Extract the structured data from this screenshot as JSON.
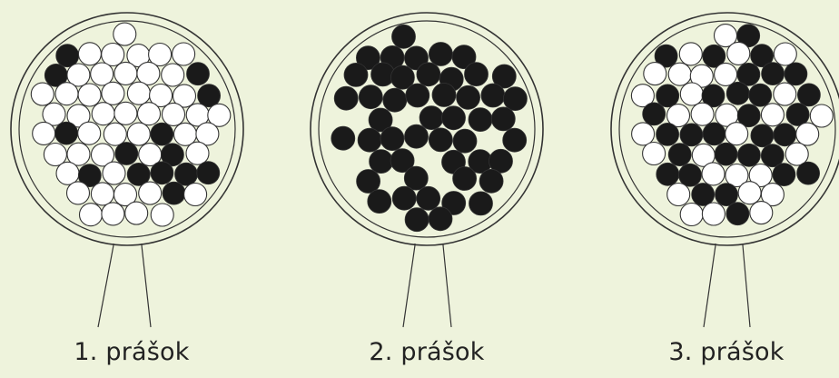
{
  "colors": {
    "background": "#eef3dc",
    "stroke": "#333333",
    "dark_particle": "#1a1a1a",
    "light_particle": "#ffffff"
  },
  "flasks": [
    {
      "label": "1. prášok"
    },
    {
      "label": "2. prášok"
    },
    {
      "label": "3. prášok"
    }
  ]
}
